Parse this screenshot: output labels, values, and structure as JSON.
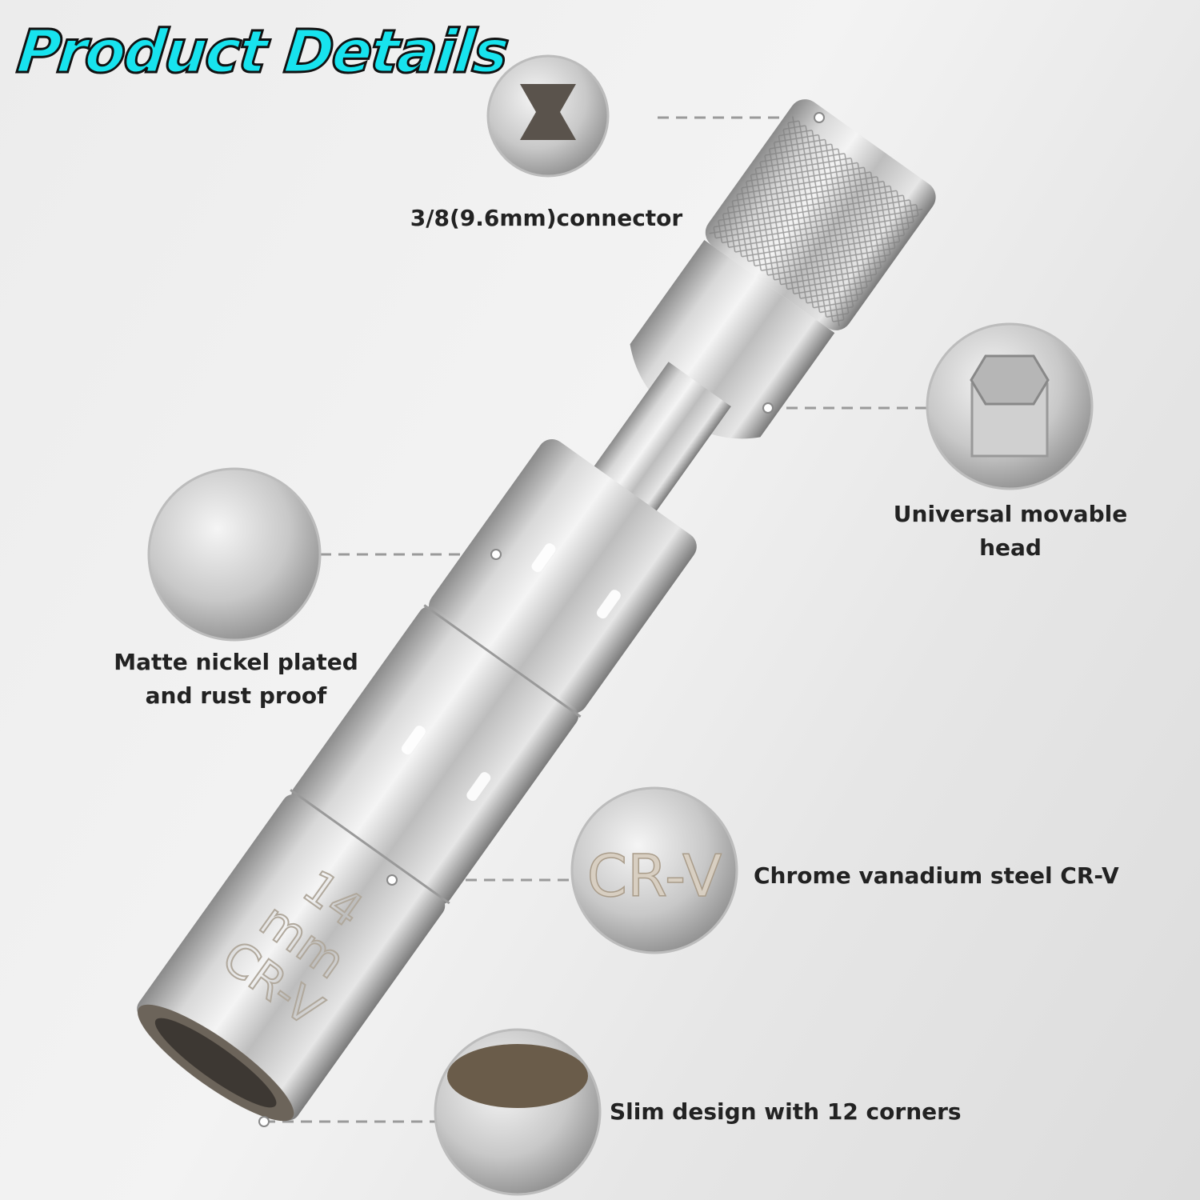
{
  "title": "Product Details",
  "callouts": [
    {
      "label": "3/8(9.6mm)connector",
      "inset": "square-drive-connector"
    },
    {
      "label_lines": [
        "Universal movable",
        "head"
      ],
      "inset": "universal-joint"
    },
    {
      "label_lines": [
        "Matte nickel plated",
        "and rust proof"
      ],
      "inset": "matte-surface"
    },
    {
      "label": "Chrome vanadium steel CR-V",
      "inset": "cr-v-engraving",
      "inset_text": "CR-V"
    },
    {
      "label": "Slim design with 12 corners",
      "inset": "12-point-socket"
    }
  ],
  "product": {
    "engraving": [
      "14",
      "mm",
      "CR-V"
    ]
  },
  "colors": {
    "title": "#17e3ee",
    "title_outline": "#111111",
    "label": "#222222",
    "dash": "#999999"
  }
}
